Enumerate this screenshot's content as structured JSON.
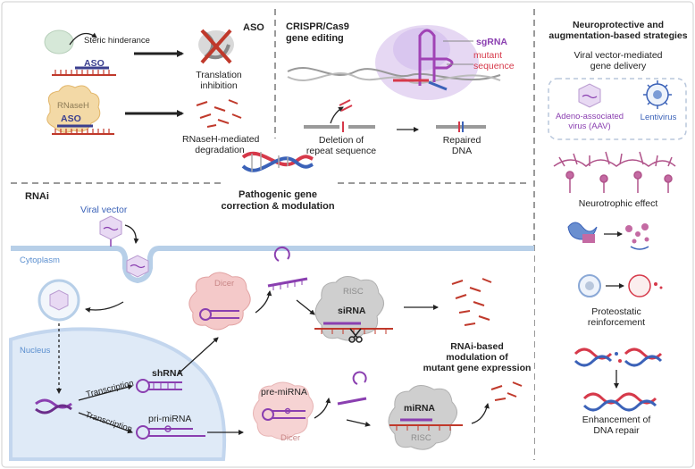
{
  "aso": {
    "title": "ASO",
    "steric_label": "Steric hinderance",
    "aso_tag": "ASO",
    "rnaseh_tag": "RNaseH",
    "aso_tag2": "ASO",
    "translation_line1": "Translation",
    "translation_line2": "inhibition",
    "degradation_line1": "RNaseH-mediated",
    "degradation_line2": "degradation"
  },
  "crispr": {
    "title_line1": "CRISPR/Cas9",
    "title_line2": "gene editing",
    "sgrna": "sgRNA",
    "mutant_line1": "mutant",
    "mutant_line2": "sequence",
    "deletion_line1": "Deletion of",
    "deletion_line2": "repeat sequence",
    "repaired_line1": "Repaired",
    "repaired_line2": "DNA"
  },
  "center": {
    "line1": "Pathogenic gene",
    "line2": "correction & modulation"
  },
  "rnai": {
    "title": "RNAi",
    "viral_vector": "Viral vector",
    "cytoplasm": "Cytoplasm",
    "nucleus": "Nucleus",
    "transcription1": "Transcription",
    "transcription2": "Transcription",
    "shrna": "shRNA",
    "pri_mirna": "pri-miRNA",
    "dicer1": "Dicer",
    "risc1": "RISC",
    "sirna": "siRNA",
    "pre_mirna": "pre-miRNA",
    "dicer2": "Dicer",
    "mirna": "miRNA",
    "risc2": "RISC",
    "modulation_line1": "RNAi-based",
    "modulation_line2": "modulation of",
    "modulation_line3": "mutant gene expression"
  },
  "neuro": {
    "title_line1": "Neuroprotective and",
    "title_line2": "augmentation-based strategies",
    "viral_line1": "Viral vector-mediated",
    "viral_line2": "gene delivery",
    "aav_line1": "Adeno-associated",
    "aav_line2": "virus (AAV)",
    "lentivirus": "Lentivirus",
    "neurotrophic": "Neurotrophic effect",
    "proteostatic_line1": "Proteostatic",
    "proteostatic_line2": "reinforcement",
    "dna_repair_line1": "Enhancement of",
    "dna_repair_line2": "DNA repair"
  },
  "colors": {
    "purple": "#8a3fb0",
    "red": "#d6394a",
    "blue": "#3b62b8",
    "light_blue_bg": "#dfeaf7",
    "grey": "#8c8c8c"
  }
}
